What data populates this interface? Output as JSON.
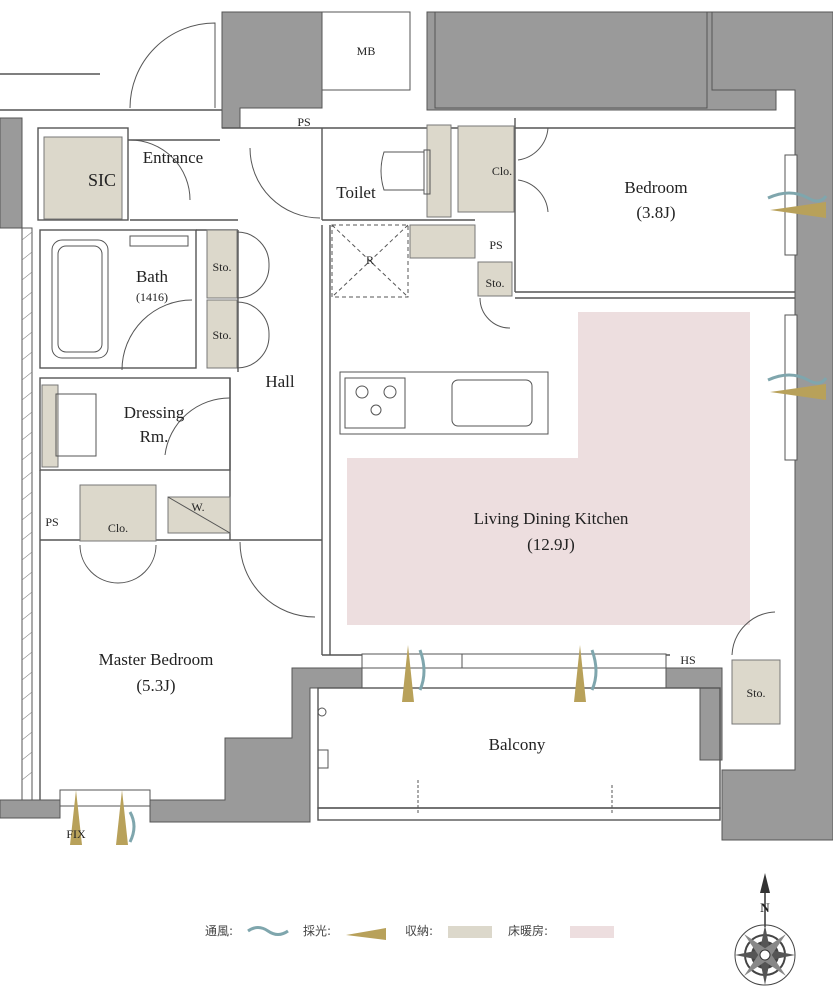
{
  "rooms": {
    "mb": "MB",
    "ps_top": "PS",
    "ps_mid": "PS",
    "ps_left": "PS",
    "sic": "SIC",
    "entrance": "Entrance",
    "toilet": "Toilet",
    "clo_bedroom": "Clo.",
    "bedroom": "Bedroom",
    "bedroom_size": "(3.8J)",
    "bath": "Bath",
    "bath_size": "(1416)",
    "sto_1": "Sto.",
    "sto_2": "Sto.",
    "sto_3": "Sto.",
    "sto_4": "Sto.",
    "hall": "Hall",
    "refrigerator": "R",
    "dressing_1": "Dressing",
    "dressing_2": "Rm.",
    "washer": "W.",
    "clo_master": "Clo.",
    "ldk": "Living Dining Kitchen",
    "ldk_size": "(12.9J)",
    "master": "Master Bedroom",
    "master_size": "(5.3J)",
    "hs": "HS",
    "balcony": "Balcony",
    "fix": "FIX"
  },
  "legend": {
    "ventilation": "通風:",
    "daylight": "採光:",
    "storage": "収納:",
    "floor_heating": "床暖房:"
  },
  "compass": {
    "north": "N"
  },
  "colors": {
    "wall": "#9a9a9a",
    "storage": "#dcd8cb",
    "floor_heating": "#eddedf",
    "ventilation": "#7fa6ad",
    "daylight": "#b8a15a"
  }
}
